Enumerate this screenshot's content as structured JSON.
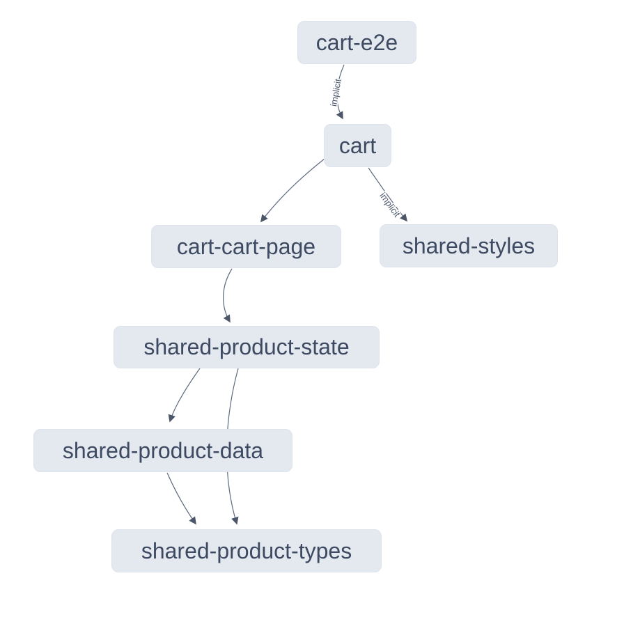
{
  "graph": {
    "nodes": [
      {
        "id": "cart-e2e",
        "label": "cart-e2e"
      },
      {
        "id": "cart",
        "label": "cart"
      },
      {
        "id": "cart-cart-page",
        "label": "cart-cart-page"
      },
      {
        "id": "shared-styles",
        "label": "shared-styles"
      },
      {
        "id": "shared-product-state",
        "label": "shared-product-state"
      },
      {
        "id": "shared-product-data",
        "label": "shared-product-data"
      },
      {
        "id": "shared-product-types",
        "label": "shared-product-types"
      }
    ],
    "edges": [
      {
        "source": "cart-e2e",
        "target": "cart",
        "label": "implicit"
      },
      {
        "source": "cart",
        "target": "cart-cart-page",
        "label": ""
      },
      {
        "source": "cart",
        "target": "shared-styles",
        "label": "implicit"
      },
      {
        "source": "cart-cart-page",
        "target": "shared-product-state",
        "label": ""
      },
      {
        "source": "shared-product-state",
        "target": "shared-product-data",
        "label": ""
      },
      {
        "source": "shared-product-state",
        "target": "shared-product-types",
        "label": ""
      },
      {
        "source": "shared-product-data",
        "target": "shared-product-types",
        "label": ""
      }
    ],
    "colors": {
      "background": "#ffffff",
      "node_fill": "#e4e9f0",
      "node_border": "#dde3ec",
      "node_text": "#3d4a61",
      "edge_stroke": "#5d6980",
      "arrowhead": "#4b5768",
      "edge_label_text": "#4d5970"
    }
  }
}
